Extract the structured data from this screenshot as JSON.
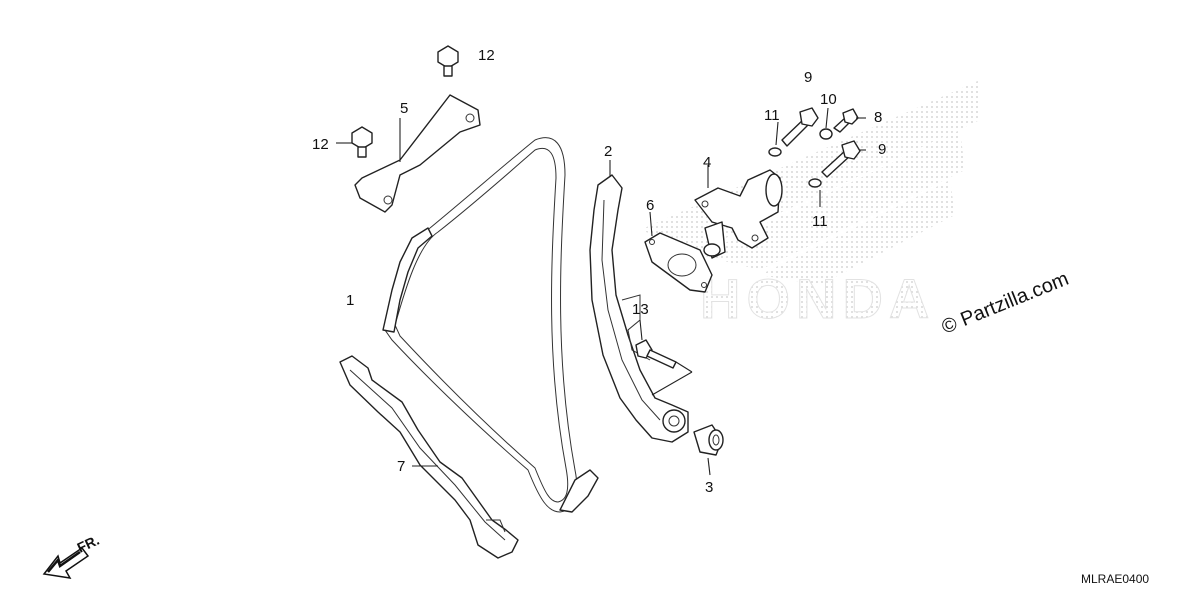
{
  "callouts": {
    "c1": "1",
    "c2": "2",
    "c3": "3",
    "c4": "4",
    "c5": "5",
    "c6": "6",
    "c7": "7",
    "c8": "8",
    "c9_top": "9",
    "c9_right": "9",
    "c10": "10",
    "c11_top": "11",
    "c11_bottom": "11",
    "c12_top": "12",
    "c12_left": "12",
    "c13": "13"
  },
  "watermark": "© Partzilla.com",
  "direction": "FR.",
  "diagram_code": "MLRAE0400",
  "background_logo": "HONDA"
}
